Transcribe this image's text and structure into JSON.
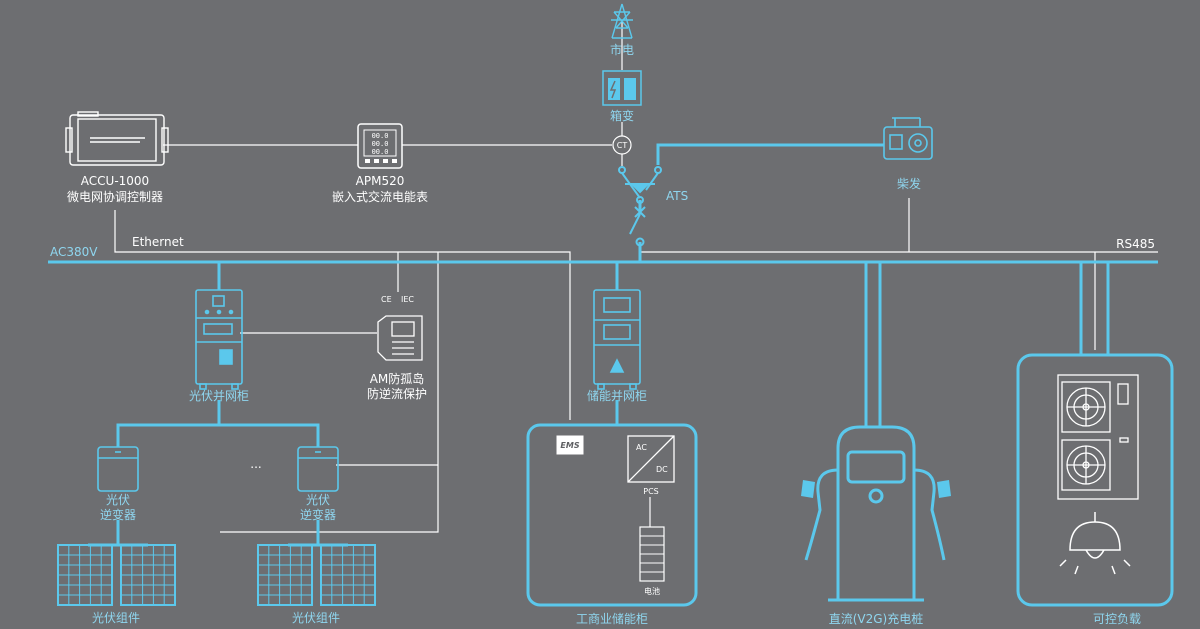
{
  "colors": {
    "background": "#6d6e71",
    "bus": "#5bc8ec",
    "line_white": "#ffffff",
    "device_fill": "#5e5f62"
  },
  "labels": {
    "grid": "市电",
    "transformer": "箱变",
    "ct": "CT",
    "ats": "ATS",
    "diesel": "柴发",
    "accu_model": "ACCU-1000",
    "accu_name": "微电网协调控制器",
    "apm_model": "APM520",
    "apm_name": "嵌入式交流电能表",
    "ethernet": "Ethernet",
    "ac_bus": "AC380V",
    "rs485": "RS485",
    "cert": "IEC",
    "am_line1": "AM防孤岛",
    "am_line2": "防逆流保护",
    "pv_cabinet": "光伏并网柜",
    "storage_cabinet": "储能并网柜",
    "pv_inverter_1_line1": "光伏",
    "pv_inverter_1_line2": "逆变器",
    "pv_inverter_2_line1": "光伏",
    "pv_inverter_2_line2": "逆变器",
    "ellipsis": "...",
    "pv_module_1": "光伏组件",
    "pv_module_2": "光伏组件",
    "ems": "EMS",
    "ac": "AC",
    "dc": "DC",
    "pcs": "PCS",
    "battery": "电池",
    "storage_unit": "工商业储能柜",
    "charger": "直流(V2G)充电桩",
    "load": "可控负载",
    "meter_readings": [
      "00.0",
      "00.0",
      "00.0"
    ]
  }
}
